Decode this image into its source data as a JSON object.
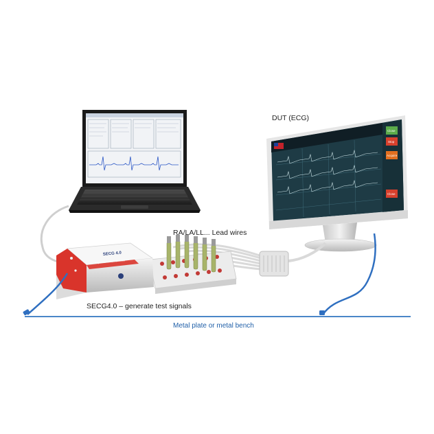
{
  "labels": {
    "dut": "DUT (ECG)",
    "lead_wires": "RA/LA/LL... Lead wires",
    "secg": "SECG4.0 – generate test signals",
    "metal_plate": "Metal plate or metal bench"
  },
  "device": {
    "brand": "SECG 4.0",
    "subtitle": "Single Channel ECG Generator"
  },
  "monitor_buttons": [
    "Close",
    "Stop",
    "Acquire",
    "Close"
  ],
  "colors": {
    "ground_line": "#4a86c8",
    "ground_wire": "#2f6fc0",
    "label_blue": "#1f5fa8",
    "device_red": "#d9342b",
    "monitor_screen": "#1e3b45"
  }
}
